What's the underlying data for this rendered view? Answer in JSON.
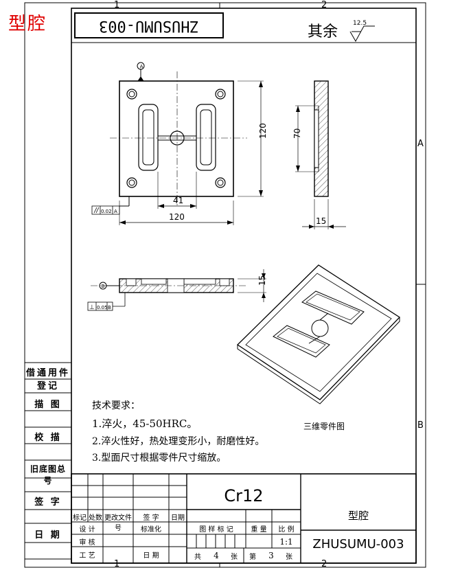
{
  "title_red": "型腔",
  "zones": {
    "top": [
      "1",
      "2"
    ],
    "bottom": [
      "1",
      "2"
    ],
    "right": [
      "A",
      "B"
    ]
  },
  "mirrored_code": "ZHUSUMU-003",
  "surface_finish": {
    "label": "其余",
    "roughness": "12.5"
  },
  "dimensions": {
    "plate_height": "120",
    "plate_width": "120",
    "center_width": "41",
    "pocket_depth_side": "70",
    "side_thickness": "15",
    "section_thickness": "15",
    "datum": "A",
    "tol_parallel": "0.02",
    "tol_section": "0.05",
    "tol_section_datum": "B"
  },
  "side_labels": [
    "借通用件登记",
    "描 图",
    "校 描",
    "旧底图总号",
    "签 字",
    "日 期"
  ],
  "tech_requirements": {
    "heading": "技术要求：",
    "items": [
      "1.淬火，45-50HRC。",
      "2.淬火性好，热处理变形小，耐磨性好。",
      "3.型面尺寸根据零件尺寸缩放。"
    ]
  },
  "iso_caption": "三维零件图",
  "title_block": {
    "material": "Cr12",
    "part_name": "型腔",
    "drawing_no": "ZHUSUMU-003",
    "scale": "1:1",
    "total_sheets": "4",
    "sheet_no": "3",
    "header_row": [
      "标记",
      "处数",
      "更改文件号",
      "签 字",
      "日期"
    ],
    "row_design": [
      "设 计",
      "标准化"
    ],
    "row_review": [
      "审 核"
    ],
    "row_craft": [
      "工 艺",
      "日 期"
    ],
    "right_header": [
      "图 样 标 记",
      "重 量",
      "比 例"
    ],
    "sheet_row": [
      "共",
      "张",
      "第",
      "张"
    ]
  }
}
